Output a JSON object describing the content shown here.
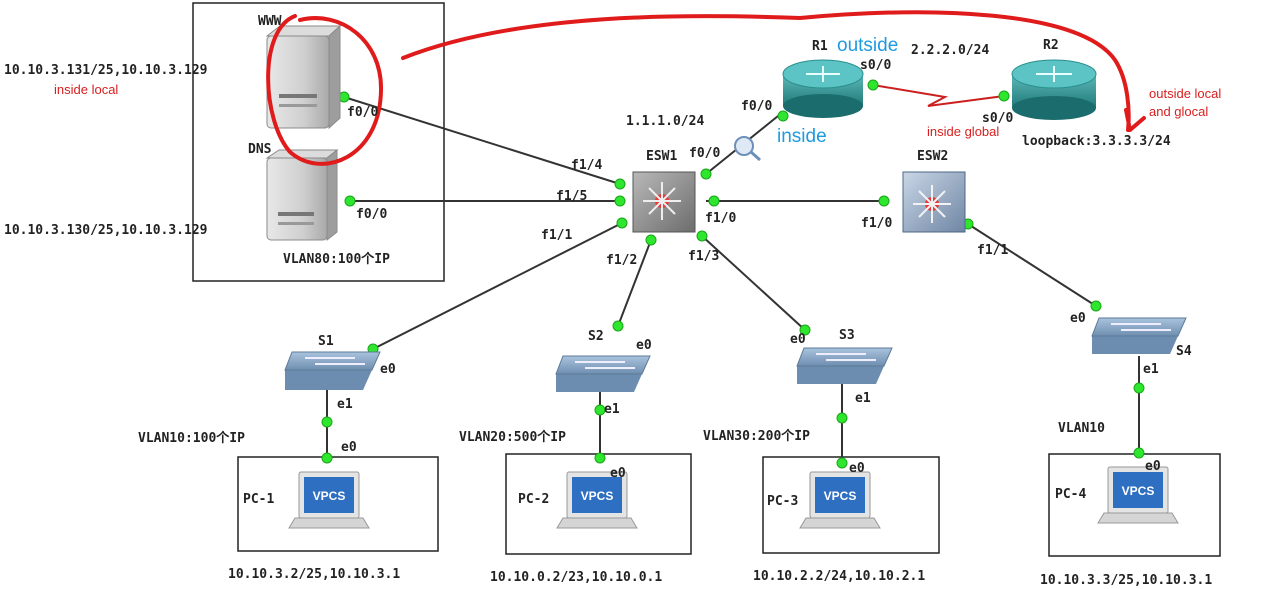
{
  "boxes": {
    "server_group_label": "VLAN80:100个IP"
  },
  "devices": {
    "www": {
      "name": "WWW",
      "port": "f0/0",
      "ip": "10.10.3.131/25,10.10.3.129",
      "note": "inside local"
    },
    "dns": {
      "name": "DNS",
      "port": "f0/0",
      "ip": "10.10.3.130/25,10.10.3.129"
    },
    "r1": {
      "name": "R1",
      "port_f": "f0/0",
      "port_s": "s0/0"
    },
    "r2": {
      "name": "R2",
      "port_s": "s0/0",
      "loopback": "loopback:3.3.3.3/24"
    },
    "esw1": {
      "name": "ESW1",
      "ports": [
        "f1/4",
        "f1/5",
        "f1/1",
        "f1/2",
        "f1/3",
        "f1/0",
        "f0/0"
      ]
    },
    "esw2": {
      "name": "ESW2",
      "ports": [
        "f1/0",
        "f1/1"
      ]
    },
    "s1": {
      "name": "S1",
      "e0": "e0",
      "e1": "e1"
    },
    "s2": {
      "name": "S2",
      "e0": "e0",
      "e1": "e1"
    },
    "s3": {
      "name": "S3",
      "e0": "e0",
      "e1": "e1"
    },
    "s4": {
      "name": "S4",
      "e0": "e0",
      "e1": "e1"
    },
    "pc1": {
      "name": "PC-1",
      "port": "e0",
      "vlan": "VLAN10:100个IP",
      "ip": "10.10.3.2/25,10.10.3.1",
      "screen": "VPCS"
    },
    "pc2": {
      "name": "PC-2",
      "port": "e0",
      "vlan": "VLAN20:500个IP",
      "ip": "10.10.0.2/23,10.10.0.1",
      "screen": "VPCS"
    },
    "pc3": {
      "name": "PC-3",
      "port": "e0",
      "vlan": "VLAN30:200个IP",
      "ip": "10.10.2.2/24,10.10.2.1",
      "screen": "VPCS"
    },
    "pc4": {
      "name": "PC-4",
      "port": "e0",
      "vlan": "VLAN10",
      "ip": "10.10.3.3/25,10.10.3.1",
      "screen": "VPCS"
    }
  },
  "networks": {
    "r1_esw1": "1.1.1.0/24",
    "r1_r2": "2.2.2.0/24"
  },
  "annotations": {
    "outside": "outside",
    "inside": "inside",
    "inside_global": "inside global",
    "outside_local_line1": "outside local",
    "outside_local_line2": "and glocal"
  },
  "colors": {
    "annotation_blue": "#1e9ae0",
    "annotation_red": "#d81e1e",
    "link_dot": "#2ee62e",
    "router": "#2a8f8f",
    "switch": "#7f9fbf"
  }
}
